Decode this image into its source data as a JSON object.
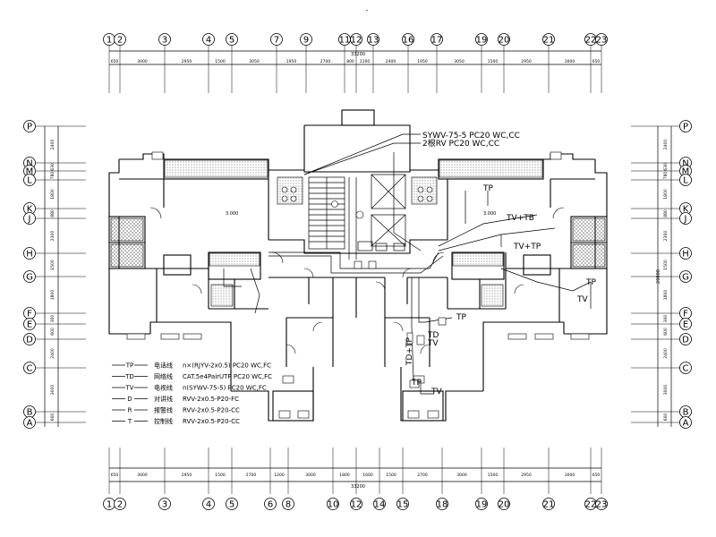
{
  "top_mark": "-",
  "grid": {
    "top_labels": [
      "1",
      "2",
      "3",
      "4",
      "5",
      "7",
      "9",
      "11",
      "12",
      "13",
      "16",
      "17",
      "19",
      "20",
      "21",
      "22",
      "23"
    ],
    "bottom_labels": [
      "1",
      "2",
      "3",
      "4",
      "5",
      "6",
      "8",
      "10",
      "12",
      "14",
      "15",
      "18",
      "19",
      "20",
      "21",
      "22",
      "23"
    ],
    "row_labels": [
      "P",
      "N",
      "M",
      "L",
      "K",
      "J",
      "H",
      "G",
      "F",
      "E",
      "D",
      "C",
      "B",
      "A"
    ]
  },
  "dims": {
    "top_segments": [
      "650",
      "3000",
      "2950",
      "1500",
      "3050",
      "1950",
      "2700",
      "800",
      "1100",
      "2400",
      "1950",
      "3050",
      "1500",
      "2950",
      "3000",
      "650"
    ],
    "top_total": "33200",
    "bottom_segments": [
      "650",
      "3000",
      "2950",
      "1500",
      "2700",
      "1200",
      "3000",
      "1800",
      "1600",
      "1500",
      "2700",
      "3000",
      "1500",
      "2950",
      "3000",
      "650"
    ],
    "bottom_total": "33200",
    "side_segments": [
      "2400",
      "630",
      "780",
      "1800",
      "880",
      "2300",
      "1500",
      "1800",
      "300",
      "600",
      "2400",
      "3000",
      "600"
    ],
    "side_total": "20000"
  },
  "annotations": {
    "cable_tv": "SYWV-75-5 PC20 WC,CC",
    "cable_tel": "2根RV PC20 WC,CC",
    "tv_tp": "TV+TP",
    "tv": "TV",
    "tp": "TP",
    "td": "TD",
    "td_tp": "TD+TP",
    "tv_tb": "TV+TB",
    "level": "3.000"
  },
  "legend": [
    {
      "symbol": "TP",
      "desc": "电话线",
      "spec": "n×(RJYV-2x0.5) PC20 WC,FC"
    },
    {
      "symbol": "TD",
      "desc": "网络线",
      "spec": "CAT.5e4PairUTP PC20 WC,FC"
    },
    {
      "symbol": "TV",
      "desc": "电视线",
      "spec": "n(SYWV-75-5) PC20 WC,FC"
    },
    {
      "symbol": "D",
      "desc": "对讲线",
      "spec": "RVV-2x0.5-P20-FC"
    },
    {
      "symbol": "R",
      "desc": "报警线",
      "spec": "RVV-2x0.5-P20-CC"
    },
    {
      "symbol": "T",
      "desc": "控制线",
      "spec": "RVV-2x0.5-P20-CC"
    }
  ]
}
